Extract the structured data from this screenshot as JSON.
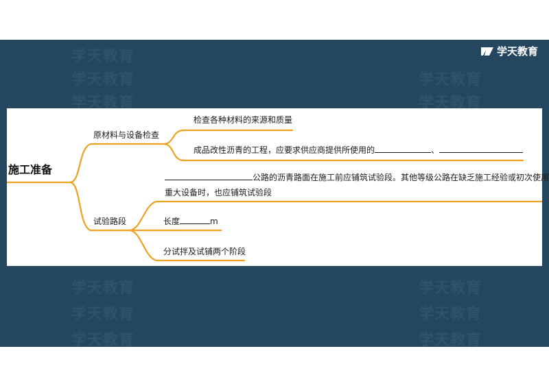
{
  "watermark": "学天教育",
  "logo": {
    "text": "学天教育",
    "icon": "xuetian-logo-icon"
  },
  "mindmap": {
    "root": "施工准备",
    "branches": [
      {
        "label": "原材料与设备检查",
        "children": [
          {
            "text": "检查各种材料的来源和质量"
          },
          {
            "text": "成品改性沥青的工程，应要求供应商提供所使用的",
            "after_blank": "、"
          }
        ]
      },
      {
        "label": "试验路段",
        "intro": {
          "line1_after_blank": "公路的沥青路面在施工前应铺筑试验段。其他等级公路在缺乏施工经验或初次使用",
          "line2": "重大设备时，也应铺筑试验段"
        },
        "children": [
          {
            "prefix": "长度",
            "suffix": "m"
          },
          {
            "text": "分试拌及试铺两个阶段"
          }
        ]
      }
    ]
  },
  "colors": {
    "slide_bg": "#24475f",
    "branch": "#f0a020",
    "panel": "#ffffff"
  }
}
